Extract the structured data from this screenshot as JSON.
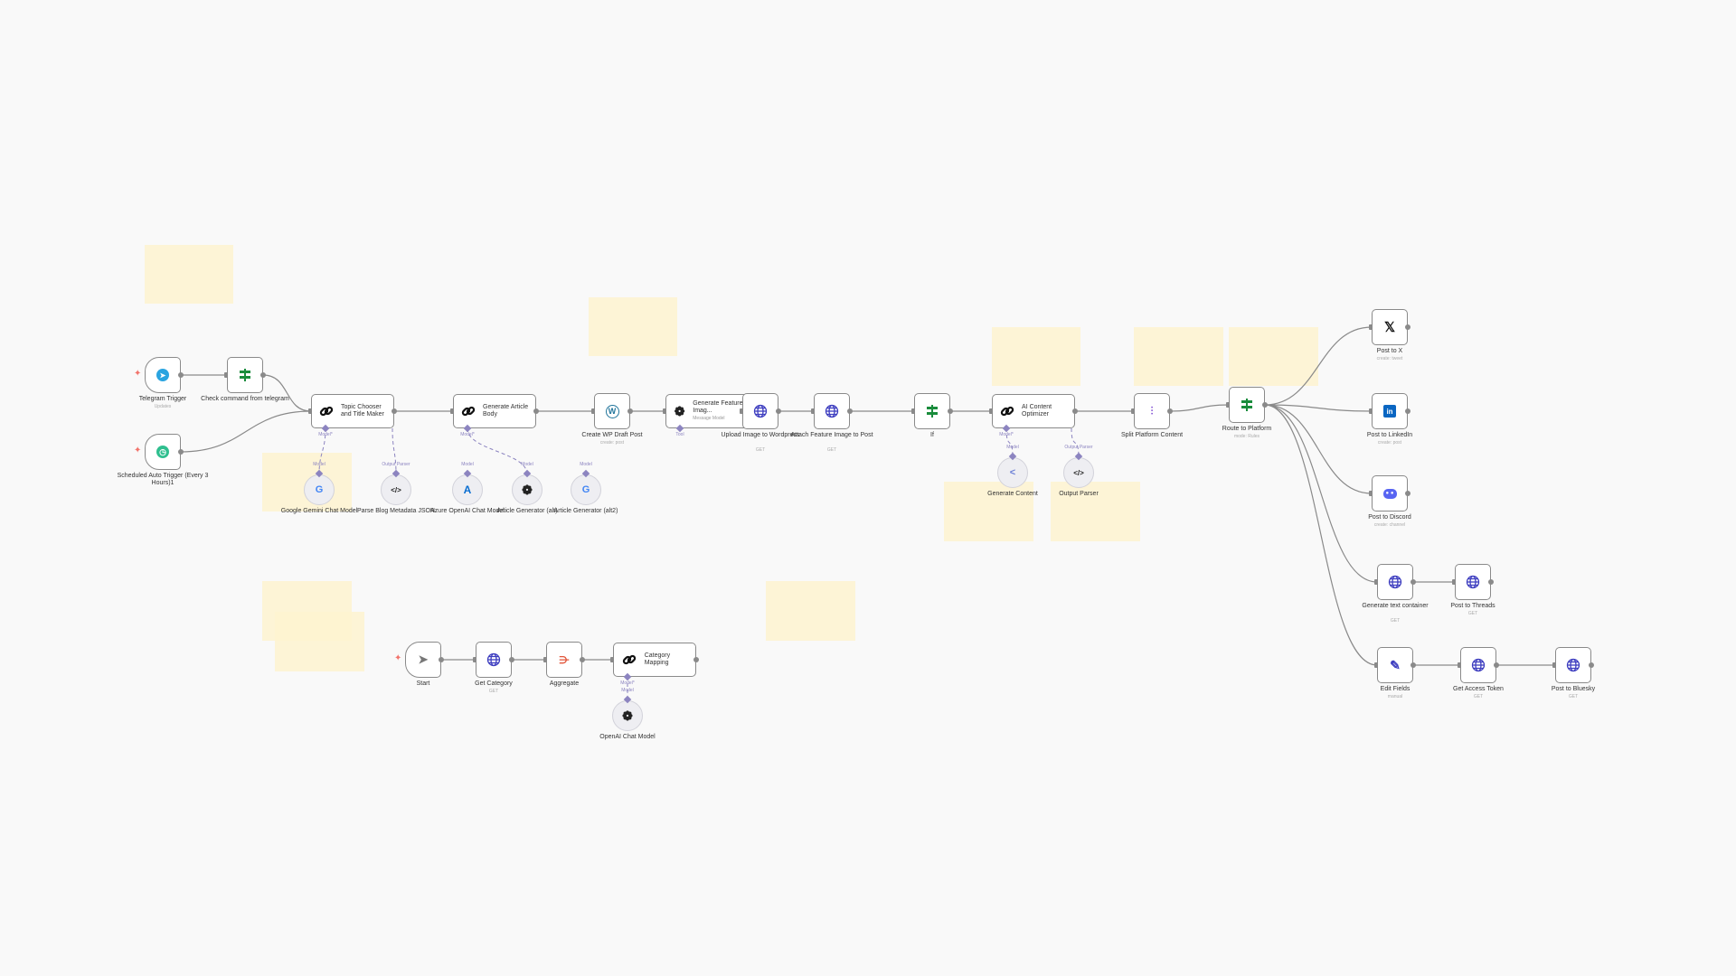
{
  "workflow": {
    "nodes": [
      {
        "id": "telegram",
        "label": "Telegram Trigger",
        "subtitle": "Updates",
        "icon": "telegram-icon"
      },
      {
        "id": "check",
        "label": "Check command from telegram",
        "subtitle": "",
        "icon": "switch-icon",
        "out_label": "true"
      },
      {
        "id": "schedule",
        "label": "Scheduled Auto Trigger (Every 3 Hours)1",
        "subtitle": "",
        "icon": "clock-icon"
      },
      {
        "id": "topic",
        "label": "Topic Chooser and Title Maker",
        "subtitle": "",
        "icon": "chain-link-icon",
        "port_label": "Model*"
      },
      {
        "id": "body",
        "label": "Generate Article Body",
        "subtitle": "",
        "icon": "chain-link-icon",
        "port_label": "Model*"
      },
      {
        "id": "wp",
        "label": "Create WP Draft Post",
        "subtitle": "create: post",
        "icon": "wordpress-icon"
      },
      {
        "id": "featimg",
        "label": "Generate Featured Imag...",
        "subtitle": "Message Model",
        "icon": "openai-icon",
        "port_label": "Tool"
      },
      {
        "id": "upload",
        "label": "Upload Image to Wordpress",
        "subtitle": "GET",
        "icon": "globe-icon"
      },
      {
        "id": "attach",
        "label": "Attach Feature Image to Post",
        "subtitle": "GET",
        "icon": "globe-icon"
      },
      {
        "id": "if",
        "label": "If",
        "subtitle": "",
        "icon": "if-icon",
        "out_label": "true"
      },
      {
        "id": "optimizer",
        "label": "AI Content Optimizer",
        "subtitle": "",
        "icon": "chain-link-icon",
        "port_label": "Model*"
      },
      {
        "id": "split",
        "label": "Split Platform Content",
        "subtitle": "",
        "icon": "split-icon"
      },
      {
        "id": "route",
        "label": "Route to Platform",
        "subtitle": "mode: Rules",
        "icon": "switch-icon"
      },
      {
        "id": "x",
        "label": "Post to X",
        "subtitle": "create: tweet",
        "icon": "x-logo-icon"
      },
      {
        "id": "linkedin",
        "label": "Post to LinkedIn",
        "subtitle": "create: post",
        "icon": "linkedin-icon"
      },
      {
        "id": "discord",
        "label": "Post to Discord",
        "subtitle": "create: channel",
        "icon": "discord-icon"
      },
      {
        "id": "container",
        "label": "Generate text container",
        "subtitle": "GET",
        "icon": "globe-icon"
      },
      {
        "id": "threads",
        "label": "Post to Threads",
        "subtitle": "GET",
        "icon": "globe-icon"
      },
      {
        "id": "editfields",
        "label": "Edit Fields",
        "subtitle": "manual",
        "icon": "pencil-icon"
      },
      {
        "id": "token",
        "label": "Get Access Token",
        "subtitle": "GET",
        "icon": "globe-icon"
      },
      {
        "id": "bluesky",
        "label": "Post to Bluesky",
        "subtitle": "GET",
        "icon": "globe-icon"
      },
      {
        "id": "gemini",
        "label": "Google Gemini Chat Model",
        "subtitle": "",
        "icon": "google-icon",
        "port_label": "Model"
      },
      {
        "id": "parse",
        "label": "Parse Blog Metadata JSON",
        "subtitle": "",
        "icon": "code-icon",
        "port_label": "Output Parser"
      },
      {
        "id": "azure",
        "label": "Azure OpenAI Chat Model",
        "subtitle": "",
        "icon": "azure-icon",
        "port_label": "Model"
      },
      {
        "id": "alt",
        "label": "Article Generator (alt)",
        "subtitle": "",
        "icon": "openai-icon",
        "port_label": "Model"
      },
      {
        "id": "alt2",
        "label": "Article Generator (alt2)",
        "subtitle": "",
        "icon": "google-icon",
        "port_label": "Model"
      },
      {
        "id": "gencontent",
        "label": "Generate Content",
        "subtitle": "",
        "icon": "deepseek-icon",
        "port_label": "Model"
      },
      {
        "id": "outparser",
        "label": "Output Parser",
        "subtitle": "",
        "icon": "code-icon",
        "port_label": "Output Parser"
      },
      {
        "id": "start",
        "label": "Start",
        "subtitle": "",
        "icon": "cursor-icon"
      },
      {
        "id": "getcat",
        "label": "Get Category",
        "subtitle": "GET",
        "icon": "globe-icon"
      },
      {
        "id": "aggregate",
        "label": "Aggregate",
        "subtitle": "",
        "icon": "aggregate-icon"
      },
      {
        "id": "catmap",
        "label": "Category Mapping",
        "subtitle": "",
        "icon": "chain-link-icon",
        "port_label": "Model*"
      },
      {
        "id": "openai",
        "label": "OpenAI Chat Model",
        "subtitle": "",
        "icon": "openai-icon",
        "port_label": "Model"
      }
    ],
    "extra_port_labels": {
      "optimizer_parser": "Output Parser",
      "topic_parser": "Output Parser"
    }
  },
  "colors": {
    "canvas": "#f9f9f9",
    "sticky": "#fef3d0",
    "edge": "#8a8a8a",
    "ai_port": "#8c84c0",
    "trigger_star": "#f2736b"
  }
}
